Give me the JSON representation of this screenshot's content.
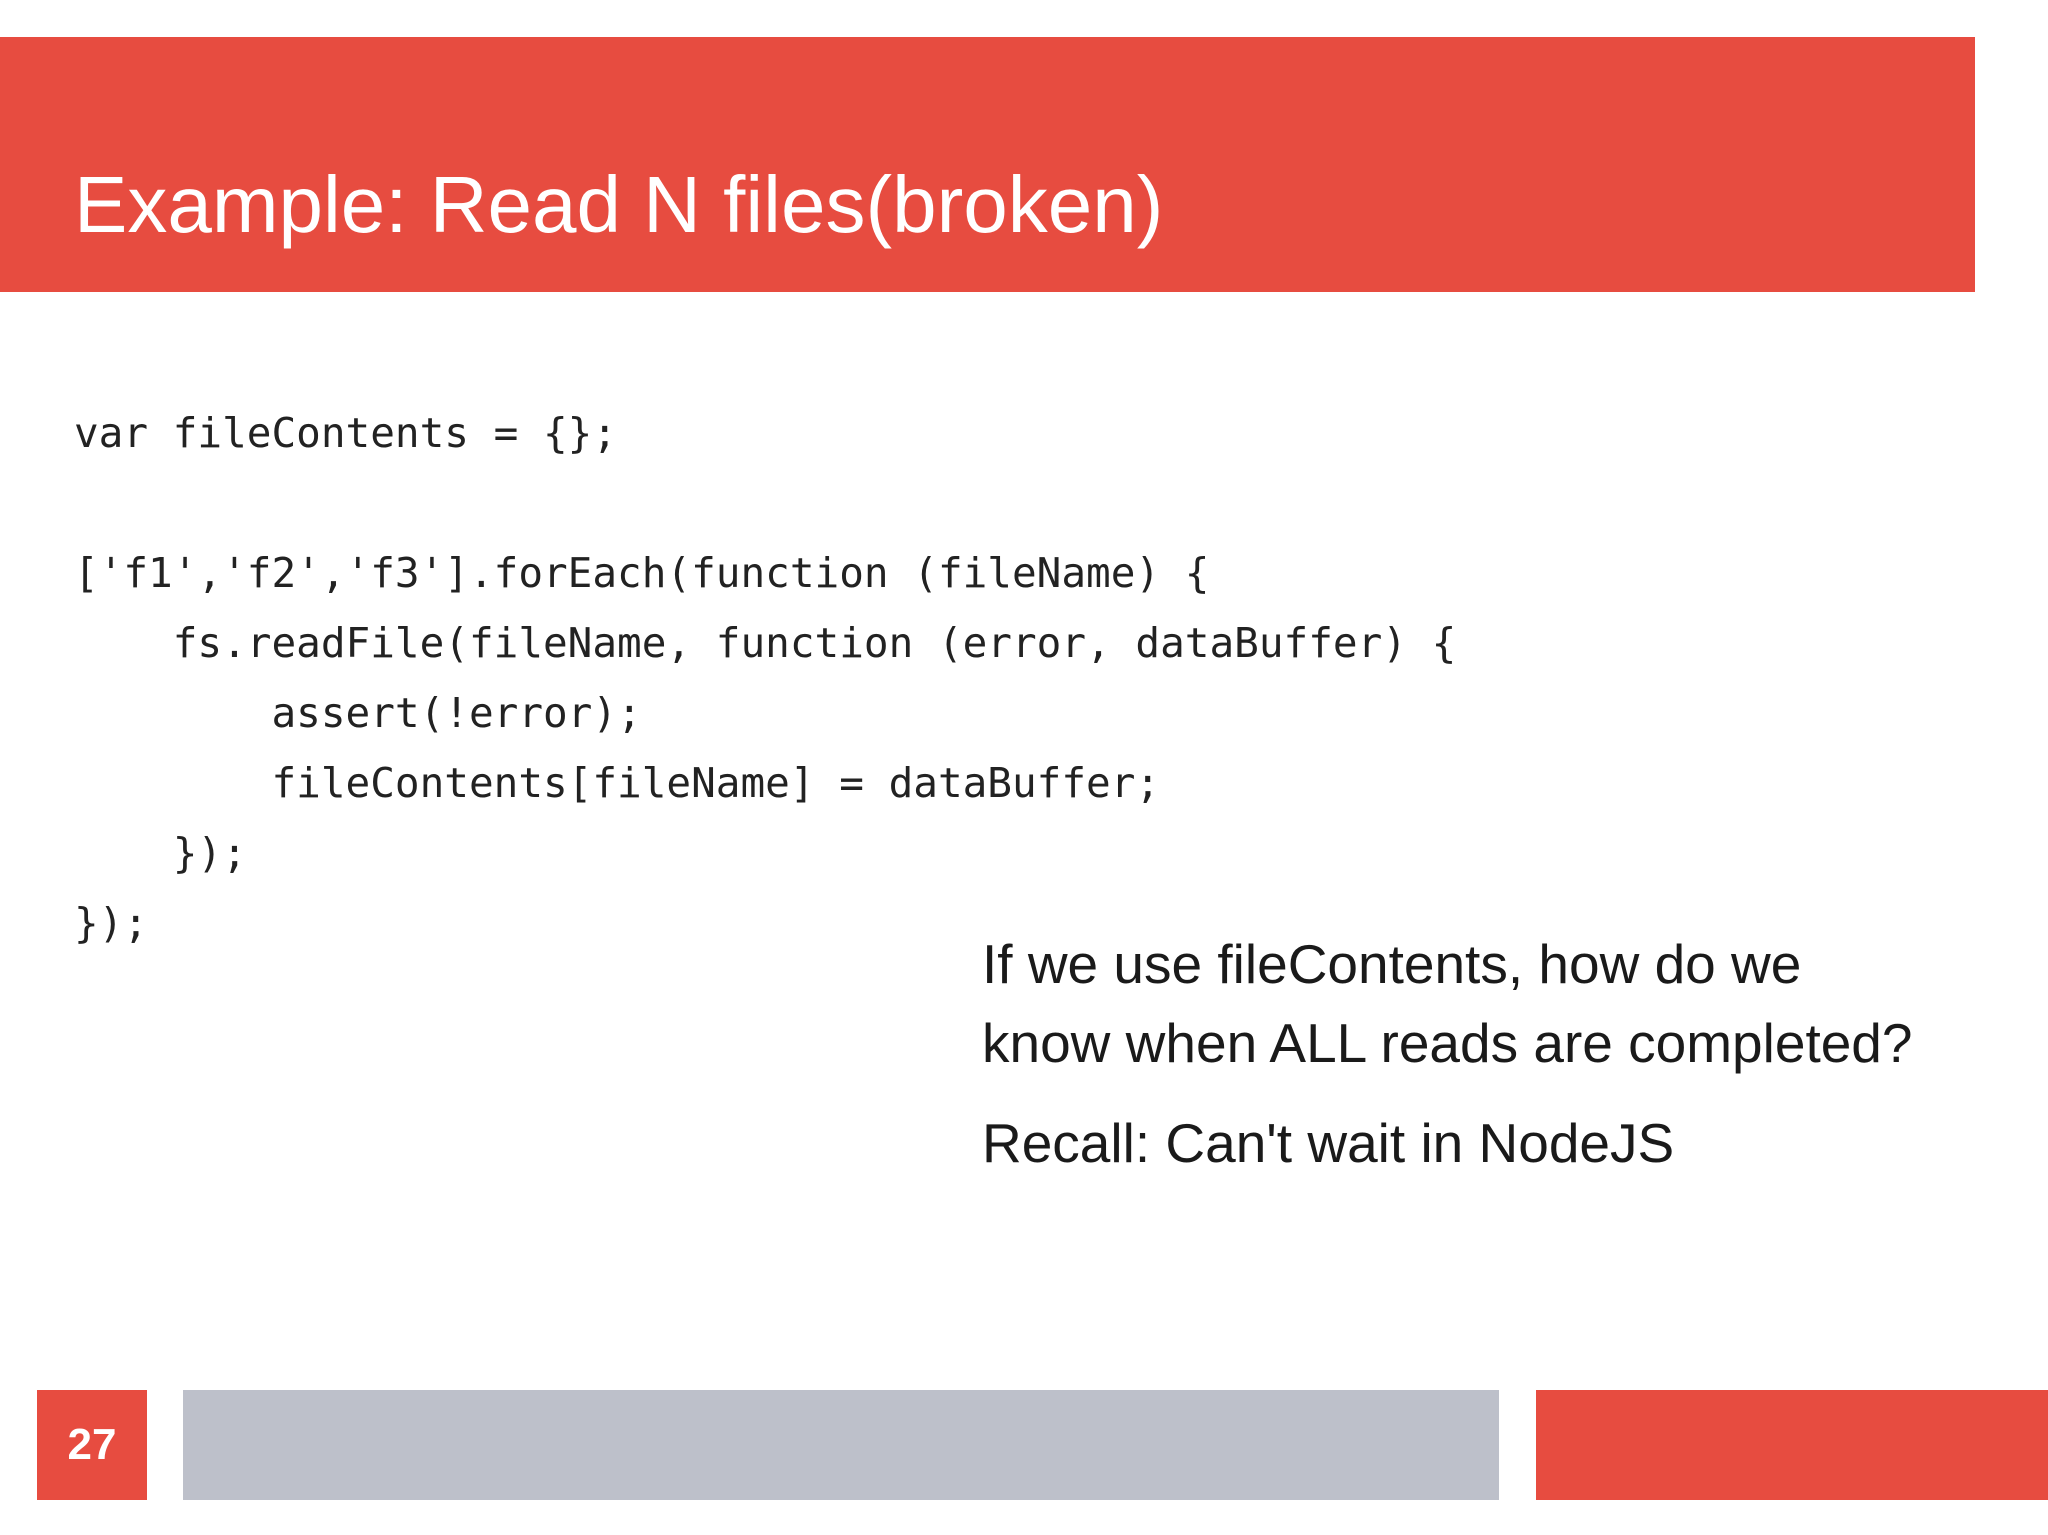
{
  "slide": {
    "title": "Example: Read N files(broken)",
    "code_lines": [
      "var fileContents = {};",
      "",
      "['f1','f2','f3'].forEach(function (fileName) {",
      "    fs.readFile(fileName, function (error, dataBuffer) {",
      "        assert(!error);",
      "        fileContents[fileName] = dataBuffer;",
      "    });",
      "});"
    ],
    "question": "If we use fileContents, how do we know when ALL reads are completed?",
    "recall": "Recall: Can't wait in NodeJS",
    "page_number": "27"
  },
  "colors": {
    "accent_red": "#e74c40",
    "footer_gray": "#bdc0ca",
    "text_dark": "#1a1a1a",
    "background": "#ffffff"
  }
}
